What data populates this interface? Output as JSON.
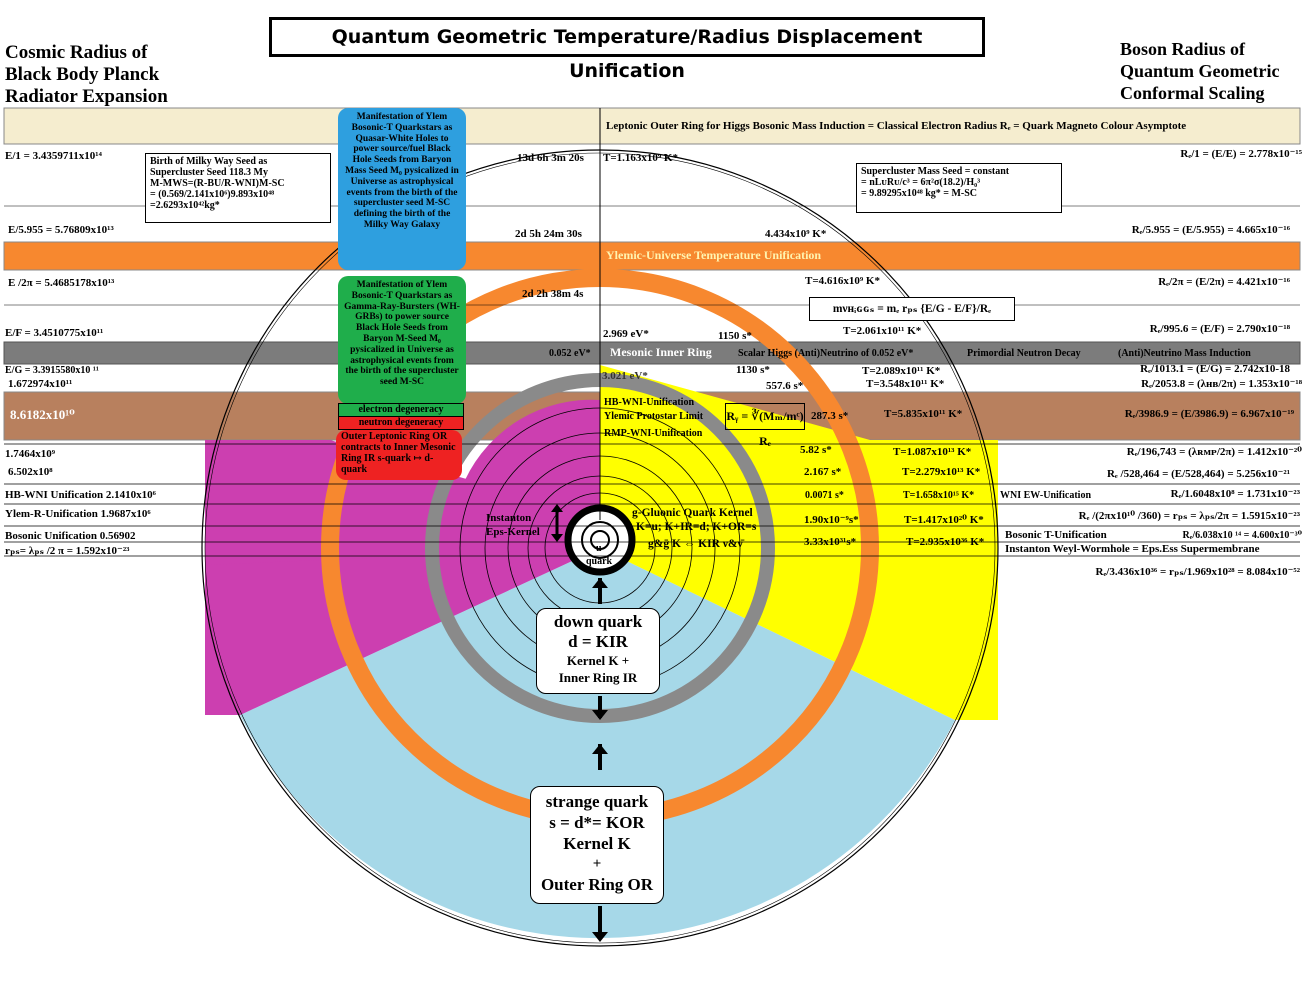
{
  "title": "Quantum Geometric Temperature/Radius Displacement Unification",
  "left_heading": [
    "Cosmic Radius of",
    "Black Body Planck",
    "Radiator Expansion"
  ],
  "right_heading": [
    "Boson Radius of",
    "Quantum Geometric",
    "Conformal Scaling"
  ],
  "colors": {
    "band_beige": "#f5edcf",
    "band_orange": "#f7882f",
    "band_gray": "#7c7c7c",
    "band_brown": "#b8805e",
    "sector_magenta": "#cc3fb0",
    "sector_yellow": "#ffff00",
    "sector_blue": "#a6d8e8",
    "ring_gray": "#8a8a8a",
    "ring_orange": "#f7882f",
    "callout_blue": "#2e9fdf",
    "callout_green": "#1fae4b",
    "callout_red": "#ee2222"
  },
  "bands": {
    "leptonic": "Leptonic Outer Ring  for Higgs Bosonic Mass Induction = Classical Electron Radius Rₑ = Quark Magneto Colour Asymptote",
    "ylemic": "Ylemic-Universe Temperature Unification",
    "mesonic": "Mesonic Inner Ring",
    "mesonic_right": [
      "Scalar Higgs (Anti)Neutrino of 0.052 eV*",
      "Primordial Neutron Decay",
      "(Anti)Neutrino Mass Induction"
    ],
    "mesonic_left": "0.052 eV*"
  },
  "left_column": [
    "E/1 = 3.4359711x10¹⁴",
    "E/5.955 = 5.76809x10¹³",
    "E /2π = 5.4685178x10¹³",
    "E/F = 3.4510775x10¹¹",
    "E/G = 3.3915580x10 ¹¹",
    "1.672974x10¹¹",
    "8.6182x10¹⁰",
    "1.7464x10⁹",
    "6.502x10⁸",
    "HB-WNI Unification   2.1410x10⁶",
    "Ylem-R-Unification   1.9687x10⁶",
    "Bosonic Unification  0.56902",
    "rₚₛ= λₚₛ /2 π = 1.592x10⁻²³"
  ],
  "right_column": [
    "Rₑ/1 = (E/E) = 2.778x10⁻¹⁵",
    "Rₑ/5.955 = (E/5.955) = 4.665x10⁻¹⁶",
    "Rₑ/2π = (E/2π) = 4.421x10⁻¹⁶",
    "Rₑ/995.6 = (E/F) = 2.790x10⁻¹⁸",
    "Rₑ/1013.1 = (E/G) = 2.742x10-18",
    "Rₑ/2053.8 = (λʜʙ/2π) = 1.353x10⁻¹⁸",
    "Rₑ/3986.9 = (E/3986.9) = 6.967x10⁻¹⁹",
    "Rₑ/196,743 = (λʀᴍᴘ/2π) = 1.412x10⁻²⁰",
    "Rₑ /528,464 = (E/528,464) = 5.256x10⁻²¹",
    "Rₑ/1.6048x10⁸ = 1.731x10⁻²³",
    "Rₑ /(2πx10¹⁰ /360) = rₚₛ = λₚₛ/2π = 1.5915x10⁻²³",
    "Rₑ/6.038x10 ¹⁴ = 4.600x10⁻³⁰",
    "Rₑ/3.436x10³⁶ = rₚₛ/1.969x10²⁸ = 8.084x10⁻⁵²"
  ],
  "times": [
    "13d 6h 3m 20s",
    "2d 5h 24m 30s",
    "2d 2h 38m 4s",
    "1150 s*",
    "1130 s*",
    "557.6 s*",
    "287.3 s*",
    "5.82 s*",
    "2.167 s*",
    "0.0071 s*",
    "1.90x10⁻⁹s*",
    "3.33x10³¹s*"
  ],
  "temperatures": [
    "T=1.163x10⁹ K*",
    "4.434x10⁹ K*",
    "T=4.616x10⁹ K*",
    "T=2.061x10¹¹ K*",
    "T=2.089x10¹¹ K*",
    "T=3.548x10¹¹ K*",
    "T=5.835x10¹¹ K*",
    "T=1.087x10¹³ K*",
    "T=2.279x10¹³ K*",
    "T=1.658x10¹⁵ K*",
    "T=1.417x10²⁰ K*",
    "T=2.935x10³⁶ K*"
  ],
  "energies": [
    "2.969 eV*",
    "3.021 eV*"
  ],
  "labels": {
    "hb_wni": "HB-WNI-Unification",
    "ylemic_protostar": "Ylemic Protostar Limit",
    "rmp_wni": "RMP-WNI-Unification",
    "ry_formula": "Rᵧ = ∛(Mₘ/mᶜ) Rₑ",
    "wni_ew": "WNI EW-Unification",
    "bosonic_t": "Bosonic T-Unification",
    "instanton_weyl": "Instanton Weyl-Wormhole = Eps.Ess Supermembrane",
    "instanton_kernel": [
      "Instanton",
      "Eps-Kernel"
    ],
    "gluonic": [
      "g-Gluonic Quark Kernel",
      "K=u; K+IR=d; K+OR=s",
      "g&ḡ K ⇔ KIR ν&ν̄"
    ],
    "u": "u",
    "quark": "quark",
    "higgs_formula": "mνʜᵢɢɢₛ = mₑ rₚₛ {E/G - E/F}/Rₑ"
  },
  "milky_way_box": [
    "Birth of Milky Way Seed as",
    "Supercluster Seed 118.3 My",
    "M-MWS=(R-BU/R-WNI)M-SC",
    "= (0.569/2.141x10⁶)9.893x10⁴⁸",
    "=2.6293x10⁴²kg*"
  ],
  "supercluster_box": [
    "Supercluster Mass Seed = constant",
    "= nLᴜRᴜ/c³ = 6π²σ(18.2)/H₀³",
    "= 9.89295x10⁴⁸ kg* = M-SC"
  ],
  "callout_blue": "Manifestation of Ylem Bosonic-T Quarkstars as Quasar-White Holes to power source/fuel Black Hole Seeds from Baryon Mass Seed M₀ pysicalized in Universe as astrophysical events from the birth of the supercluster seed M-SC defining the birth of the Milky Way Galaxy",
  "callout_green": "Manifestation of Ylem Bosonic-T Quarkstars as Gamma-Ray-Bursters (WH-GRBs) to power source Black Hole Seeds from Baryon M-Seed M₀ pysicalized in Universe as astrophysical events from the birth of the supercluster seed M-SC",
  "degeneracy": [
    "electron degeneracy",
    "neutron degeneracy"
  ],
  "callout_red": "Outer Leptonic Ring OR contracts to Inner Mesonic Ring IR s-quark ↦ d-quark",
  "down_quark": [
    "down quark",
    "d = KIR",
    "Kernel K +",
    "Inner Ring IR"
  ],
  "strange_quark": [
    "strange quark",
    "s = d*= KOR",
    "Kernel K",
    "+",
    "Outer Ring OR"
  ]
}
